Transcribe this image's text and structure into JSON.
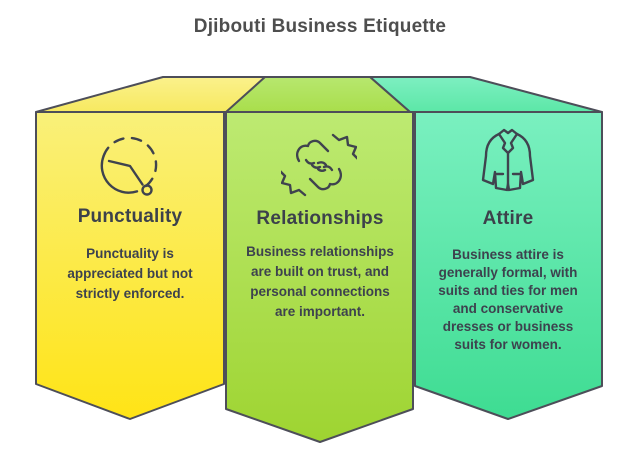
{
  "title": "Djibouti Business Etiquette",
  "colors": {
    "background": "#ffffff",
    "outline": "#4d4e59",
    "title_text": "#4e4e4e",
    "heading_text": "#3c414b",
    "body_text": "#3d424e",
    "icon_stroke": "#3f434e",
    "yellow_top": "#f9f07a",
    "yellow_bottom": "#ffe416",
    "yellow_roof_top": "#faf18c",
    "yellow_roof_bottom": "#f7e960",
    "green_top": "#bdea72",
    "green_bottom": "#9ed431",
    "green_roof_top": "#b7e76f",
    "green_roof_bottom": "#a9de4b",
    "teal_top": "#7af0c0",
    "teal_bottom": "#3edc92",
    "teal_roof_top": "#7defc1",
    "teal_roof_bottom": "#5ce7a7"
  },
  "panels": [
    {
      "heading": "Punctuality",
      "body": "Punctuality is appreciated but not strictly enforced.",
      "icon": "clock-icon"
    },
    {
      "heading": "Relationships",
      "body": "Business relationships are built on trust, and personal connections are important.",
      "icon": "handshake-icon"
    },
    {
      "heading": "Attire",
      "body": "Business attire is generally formal, with suits and ties for men and conservative dresses or business suits for women.",
      "icon": "suit-jacket-icon"
    }
  ]
}
